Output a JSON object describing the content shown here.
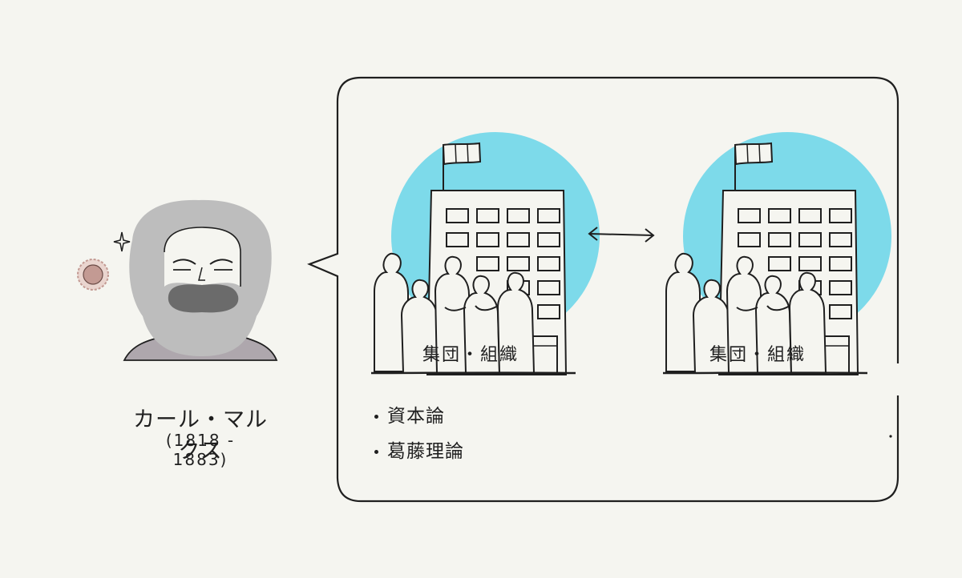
{
  "person": {
    "name": "カール・マルクス",
    "years": "(1818 - 1883)"
  },
  "organizations": [
    {
      "label": "集団・組織"
    },
    {
      "label": "集団・組織"
    }
  ],
  "bullets": [
    {
      "text": "資本論"
    },
    {
      "text": "葛藤理論"
    }
  ],
  "colors": {
    "background": "#f5f5f0",
    "accent_circle": "#7ddaea",
    "hair": "#bdbdbd",
    "beard": "#6b6b6b",
    "clothes": "#aea7ad",
    "badge": "#c39a93"
  },
  "icons": [
    "sparkle-icon",
    "badge-icon",
    "flag-icon",
    "double-arrow-icon"
  ]
}
